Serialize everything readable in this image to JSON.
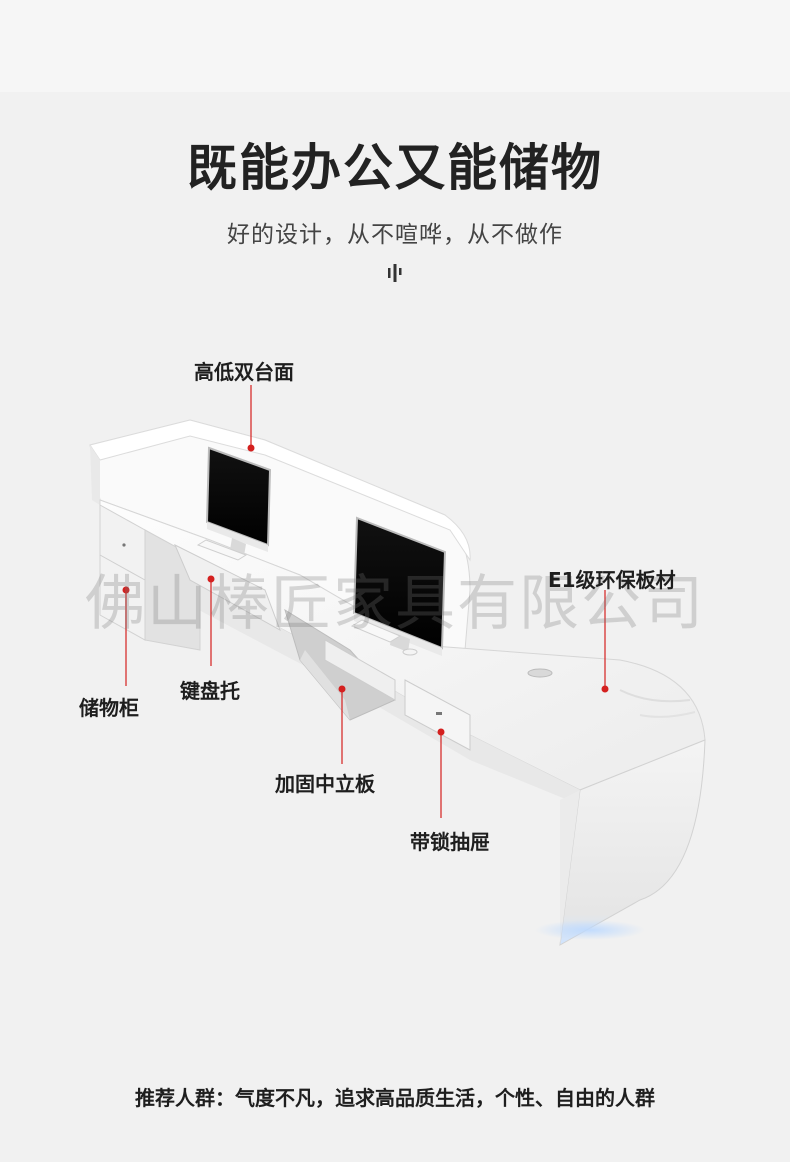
{
  "header": {
    "title": "既能办公又能储物",
    "subtitle": "好的设计，从不喧哗，从不做作"
  },
  "callouts": {
    "dual_counter": "高低双台面",
    "eco_board": "E1级环保板材",
    "storage_cabinet": "储物柜",
    "keyboard_tray": "键盘托",
    "center_panel": "加固中立板",
    "lock_drawer": "带锁抽屉"
  },
  "watermark": "佛山棒匠家具有限公司",
  "footer": {
    "audience": "推荐人群：气度不凡，追求高品质生活，个性、自由的人群"
  },
  "colors": {
    "accent_red": "#d4201f",
    "title": "#222222",
    "background": "#f1f1f1"
  }
}
